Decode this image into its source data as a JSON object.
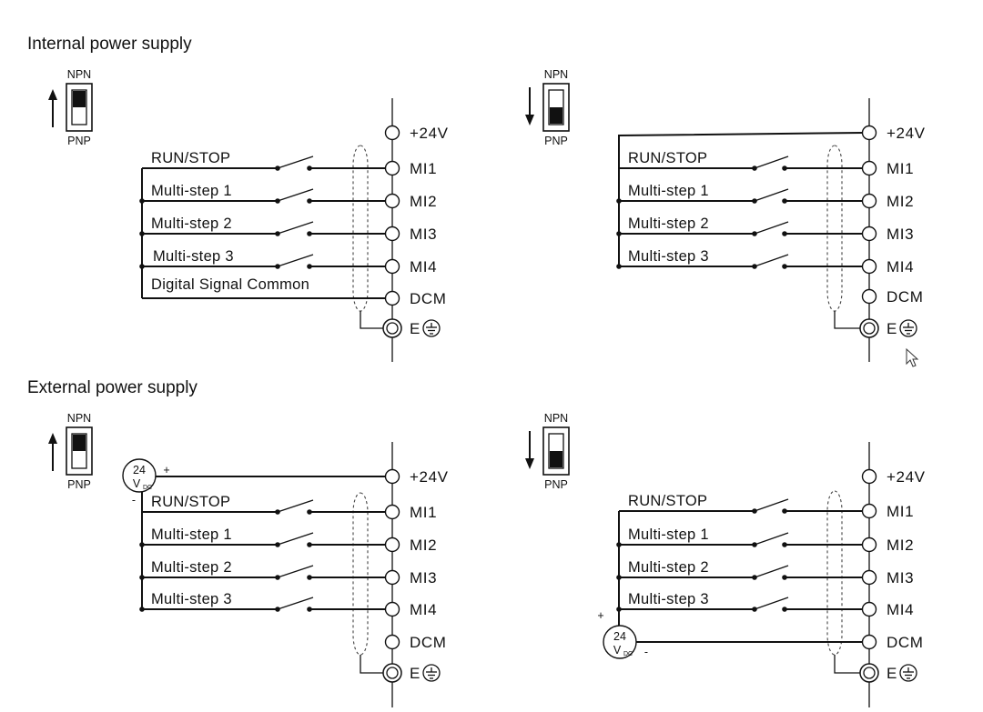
{
  "headings": {
    "internal": "Internal power supply",
    "external": "External power supply"
  },
  "terminals": [
    "+24V",
    "MI1",
    "MI2",
    "MI3",
    "MI4",
    "DCM",
    "E"
  ],
  "dip_switch": {
    "top": "NPN",
    "bottom": "PNP"
  },
  "inputs": [
    "RUN/STOP",
    "Multi-step 1",
    "Multi-step 2",
    "Multi-step 3"
  ],
  "common_label": "Digital Signal Common",
  "dc_source": {
    "value": "24",
    "unit": "V",
    "unit_sub": "DC",
    "plus": "+",
    "minus": "-"
  },
  "panels": [
    {
      "id": "internal-npn",
      "switch_position": "NPN",
      "common_wire": "DCM",
      "has_source": false
    },
    {
      "id": "internal-pnp",
      "switch_position": "PNP",
      "common_wire": "+24V",
      "has_source": false
    },
    {
      "id": "external-npn",
      "switch_position": "NPN",
      "common_wire": "source-minus",
      "has_source": true
    },
    {
      "id": "external-pnp",
      "switch_position": "PNP",
      "common_wire": "source-plus",
      "has_source": true
    }
  ]
}
